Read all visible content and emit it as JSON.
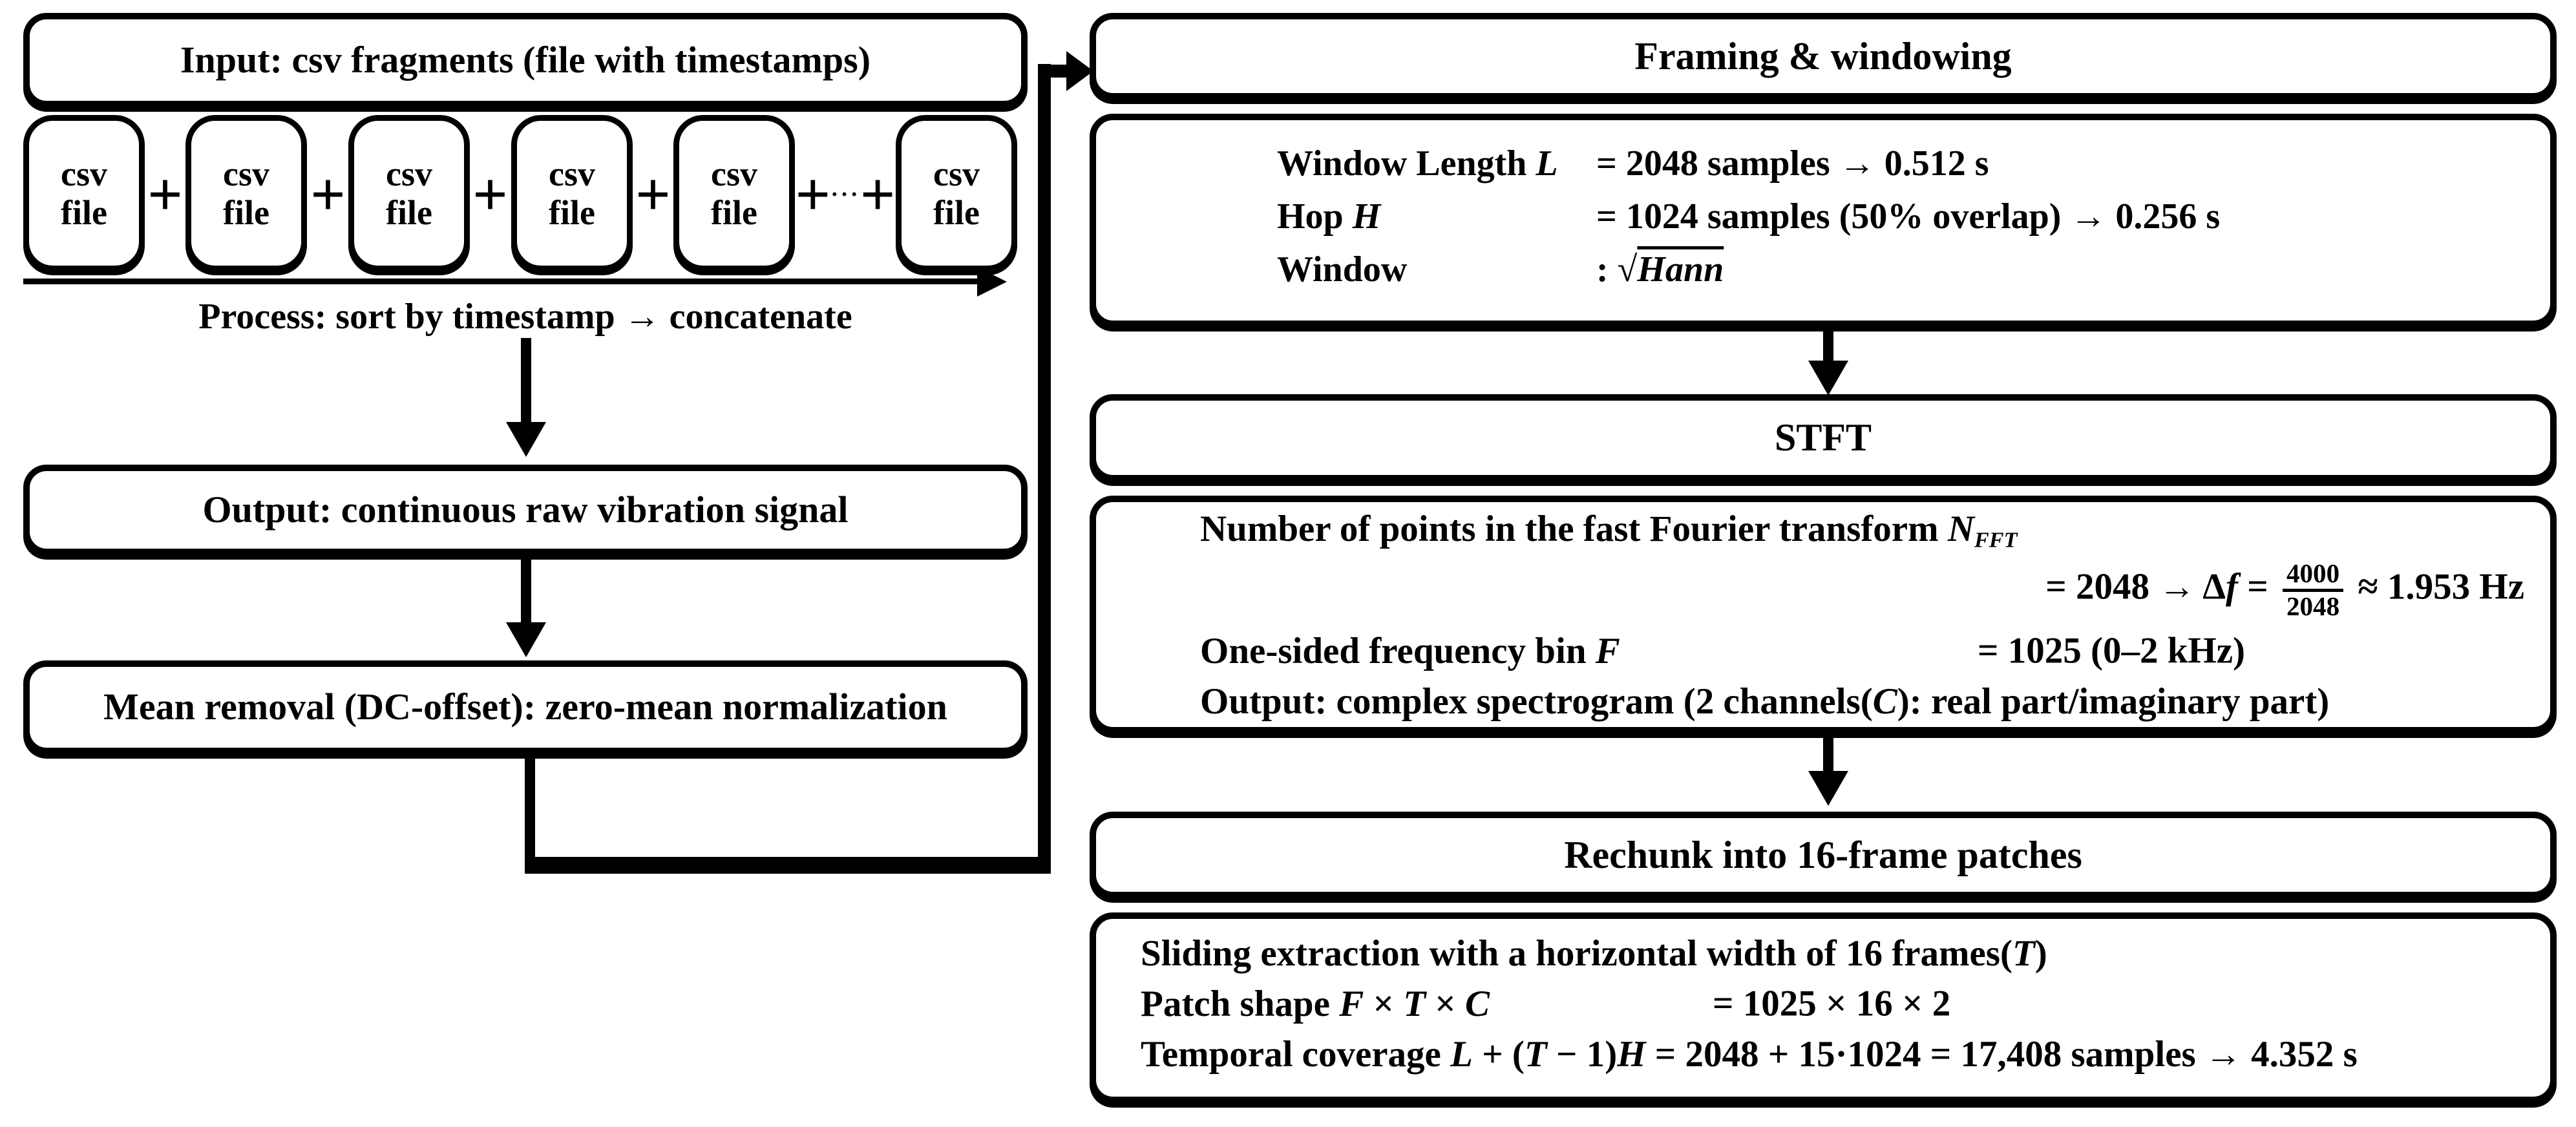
{
  "colors": {
    "ink": "#000000",
    "background": "#ffffff"
  },
  "left": {
    "input_label": "Input: csv fragments (file with timestamps)",
    "csv_file_label": "csv\nfile",
    "plus": "+",
    "plus_dots_segs": [
      {
        "t": "+"
      },
      {
        "t": "···",
        "sm": true
      },
      {
        "t": "+"
      }
    ],
    "timeline_caption": "Process: sort by timestamp → concatenate",
    "output_label": "Output: continuous raw vibration signal",
    "mean_label": "Mean removal (DC-offset): zero-mean normalization"
  },
  "right": {
    "framing": {
      "title": "Framing & windowing",
      "rows": [
        {
          "label": [
            {
              "t": "Window Length "
            },
            {
              "t": "L",
              "i": true
            }
          ],
          "value": [
            {
              "t": "= 2048 samples → 0.512 s"
            }
          ]
        },
        {
          "label": [
            {
              "t": "Hop "
            },
            {
              "t": "H",
              "i": true
            }
          ],
          "value": [
            {
              "t": "= 1024 samples (50% overlap) → 0.256 s"
            }
          ]
        },
        {
          "label": [
            {
              "t": "Window"
            }
          ],
          "value": [
            {
              "t": ": √"
            },
            {
              "t": "Hann",
              "i": true,
              "ov": true
            }
          ]
        }
      ]
    },
    "stft": {
      "title": "STFT",
      "line1": [
        {
          "t": "Number of points in the fast Fourier transform "
        },
        {
          "t": "N",
          "i": true
        },
        {
          "t": "FFT",
          "sub": true
        }
      ],
      "line2": [
        {
          "t": "= 2048 → Δ"
        },
        {
          "t": "f",
          "i": true
        },
        {
          "t": " = "
        },
        {
          "frac": true,
          "num": "4000",
          "den": "2048"
        },
        {
          "t": " ≈ 1.953 Hz"
        }
      ],
      "line3_label": [
        {
          "t": "One-sided frequency bin "
        },
        {
          "t": "F",
          "i": true
        }
      ],
      "line3_value": [
        {
          "t": "= 1025 (0–2 kHz)"
        }
      ],
      "line4": [
        {
          "t": "Output: complex spectrogram (2 channels("
        },
        {
          "t": "C",
          "i": true
        },
        {
          "t": "): real part/imaginary part)"
        }
      ]
    },
    "rechunk": {
      "title": "Rechunk into 16-frame patches",
      "line1": [
        {
          "t": "Sliding extraction with a horizontal width of 16 frames("
        },
        {
          "t": "T",
          "i": true
        },
        {
          "t": ")"
        }
      ],
      "line2_label": [
        {
          "t": "Patch shape "
        },
        {
          "t": "F",
          "i": true
        },
        {
          "t": " × "
        },
        {
          "t": "T",
          "i": true
        },
        {
          "t": " × "
        },
        {
          "t": "C",
          "i": true
        }
      ],
      "line2_value": [
        {
          "t": "= 1025 × 16 × 2"
        }
      ],
      "line3": [
        {
          "t": "Temporal coverage "
        },
        {
          "t": "L",
          "i": true
        },
        {
          "t": " + ("
        },
        {
          "t": "T",
          "i": true
        },
        {
          "t": " − 1)"
        },
        {
          "t": "H",
          "i": true
        },
        {
          "t": " = 2048 + 15·1024 = 17,408 samples → 4.352 s"
        }
      ]
    }
  }
}
